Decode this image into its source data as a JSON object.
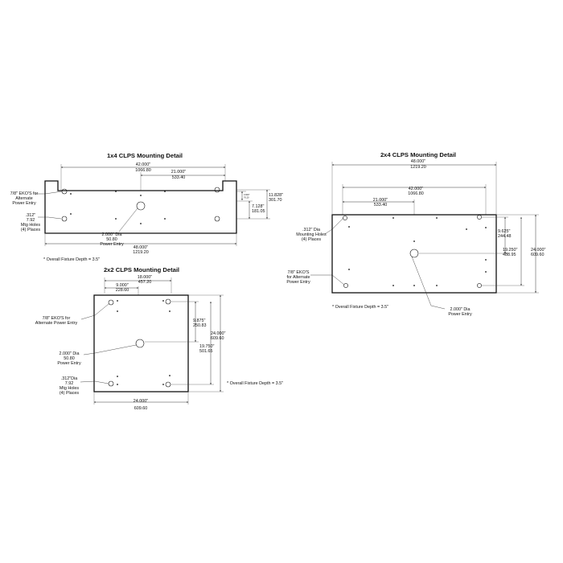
{
  "d1x4": {
    "title": "1x4 CLPS Mounting Detail",
    "dim_42_in": "42.000\"",
    "dim_42_mm": "1066.80",
    "dim_21_in": "21.000\"",
    "dim_21_mm": "533.40",
    "dim_11828_in": "11.828\"",
    "dim_11828_mm": "301.70",
    "dim_7128_in": "7.128\"",
    "dim_7128_mm": "181.05",
    "dim_small_in": "3.000\"",
    "dim_small_mm": "76.20",
    "dim_48_in": "48.000\"",
    "dim_48_mm": "1219.20",
    "eko_l1": "7/8\" EKO'S for",
    "eko_l2": "Alternate",
    "eko_l3": "Power Entry",
    "holes_l1": ".312\"",
    "holes_l2": "7.92",
    "holes_l3": "Mtg Holes",
    "holes_l4": "(4) Places",
    "power_l1": "2.000\" Dia",
    "power_l2": "50.80",
    "power_l3": "Power Entry",
    "depth_note": "* Overall Fixture Depth = 3.5\""
  },
  "d2x2": {
    "title": "2x2 CLPS Mounting Detail",
    "dim_18_in": "18.000\"",
    "dim_18_mm": "457.20",
    "dim_9_in": "9.000\"",
    "dim_9_mm": "228.60",
    "dim_9875_in": "9.875\"",
    "dim_9875_mm": "250.83",
    "dim_1975_in": "19.750\"",
    "dim_1975_mm": "501.65",
    "dim_24v_in": "24.000\"",
    "dim_24v_mm": "609.60",
    "dim_24h_in": "24.000\"",
    "dim_24h_mm": "609.60",
    "eko_l1": "7/8\" EKO'S for",
    "eko_l2": "Alternate Power Entry",
    "power_l1": "2.000\" Dia",
    "power_l2": "50.80",
    "power_l3": "Power Entry",
    "holes_l1": ".312\"Dia",
    "holes_l2": "7.92",
    "holes_l3": "Mtg Holes",
    "holes_l4": "(4) Places",
    "depth_note": "* Overall Fixture Depth = 3.5\""
  },
  "d2x4": {
    "title": "2x4 CLPS Mounting Detail",
    "dim_48_in": "48.000\"",
    "dim_48_mm": "1219.20",
    "dim_42_in": "42.000\"",
    "dim_42_mm": "1066.80",
    "dim_21_in": "21.000\"",
    "dim_21_mm": "533.40",
    "dim_9625_in": "9.625\"",
    "dim_9625_mm": "244.48",
    "dim_1925_in": "19.250\"",
    "dim_1925_mm": "488.95",
    "dim_24_in": "24.000\"",
    "dim_24_mm": "609.60",
    "holes_l1": ".312\" Dia",
    "holes_l2": "Mounting Holes",
    "holes_l3": "(4) Places",
    "eko_l1": "7/8\" EKO'S",
    "eko_l2": "for Alternate",
    "eko_l3": "Power Entry",
    "power_l1": "2.000\" Dia",
    "power_l2": "Power Entry",
    "depth_note": "* Overall Fixture Depth = 3.5\""
  }
}
